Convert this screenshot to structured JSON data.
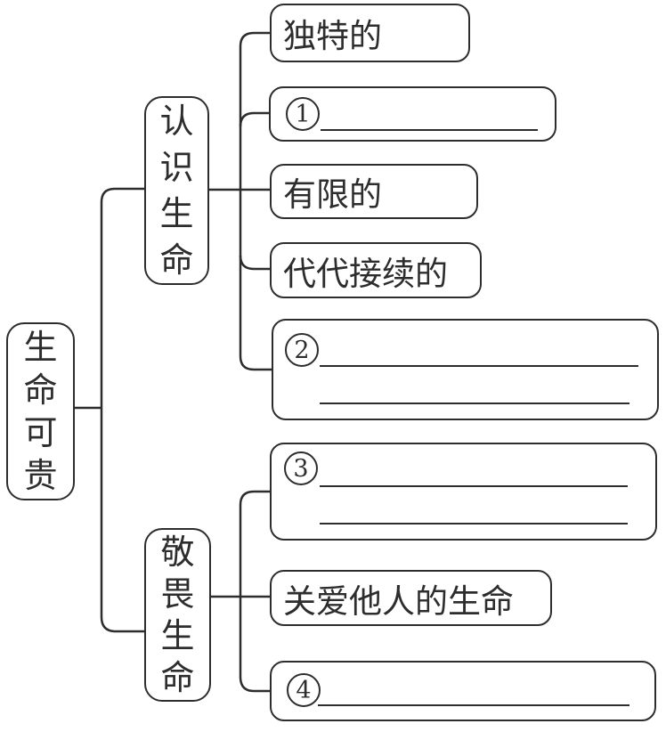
{
  "diagram": {
    "root": {
      "label": "生命可贵"
    },
    "branches": [
      {
        "label": "认识生命",
        "children": [
          {
            "type": "text",
            "label": "独特的"
          },
          {
            "type": "blank",
            "circled": "①",
            "digit": "1",
            "blank_lines": 1
          },
          {
            "type": "text",
            "label": "有限的"
          },
          {
            "type": "text",
            "label": "代代接续的"
          },
          {
            "type": "blank",
            "circled": "②",
            "digit": "2",
            "blank_lines": 2
          }
        ]
      },
      {
        "label": "敬畏生命",
        "children": [
          {
            "type": "blank",
            "circled": "③",
            "digit": "3",
            "blank_lines": 2
          },
          {
            "type": "text",
            "label": "关爱他人的生命"
          },
          {
            "type": "blank",
            "circled": "④",
            "digit": "4",
            "blank_lines": 1
          }
        ]
      }
    ]
  },
  "colors": {
    "ink": "#2d2d2d",
    "background": "#ffffff"
  }
}
